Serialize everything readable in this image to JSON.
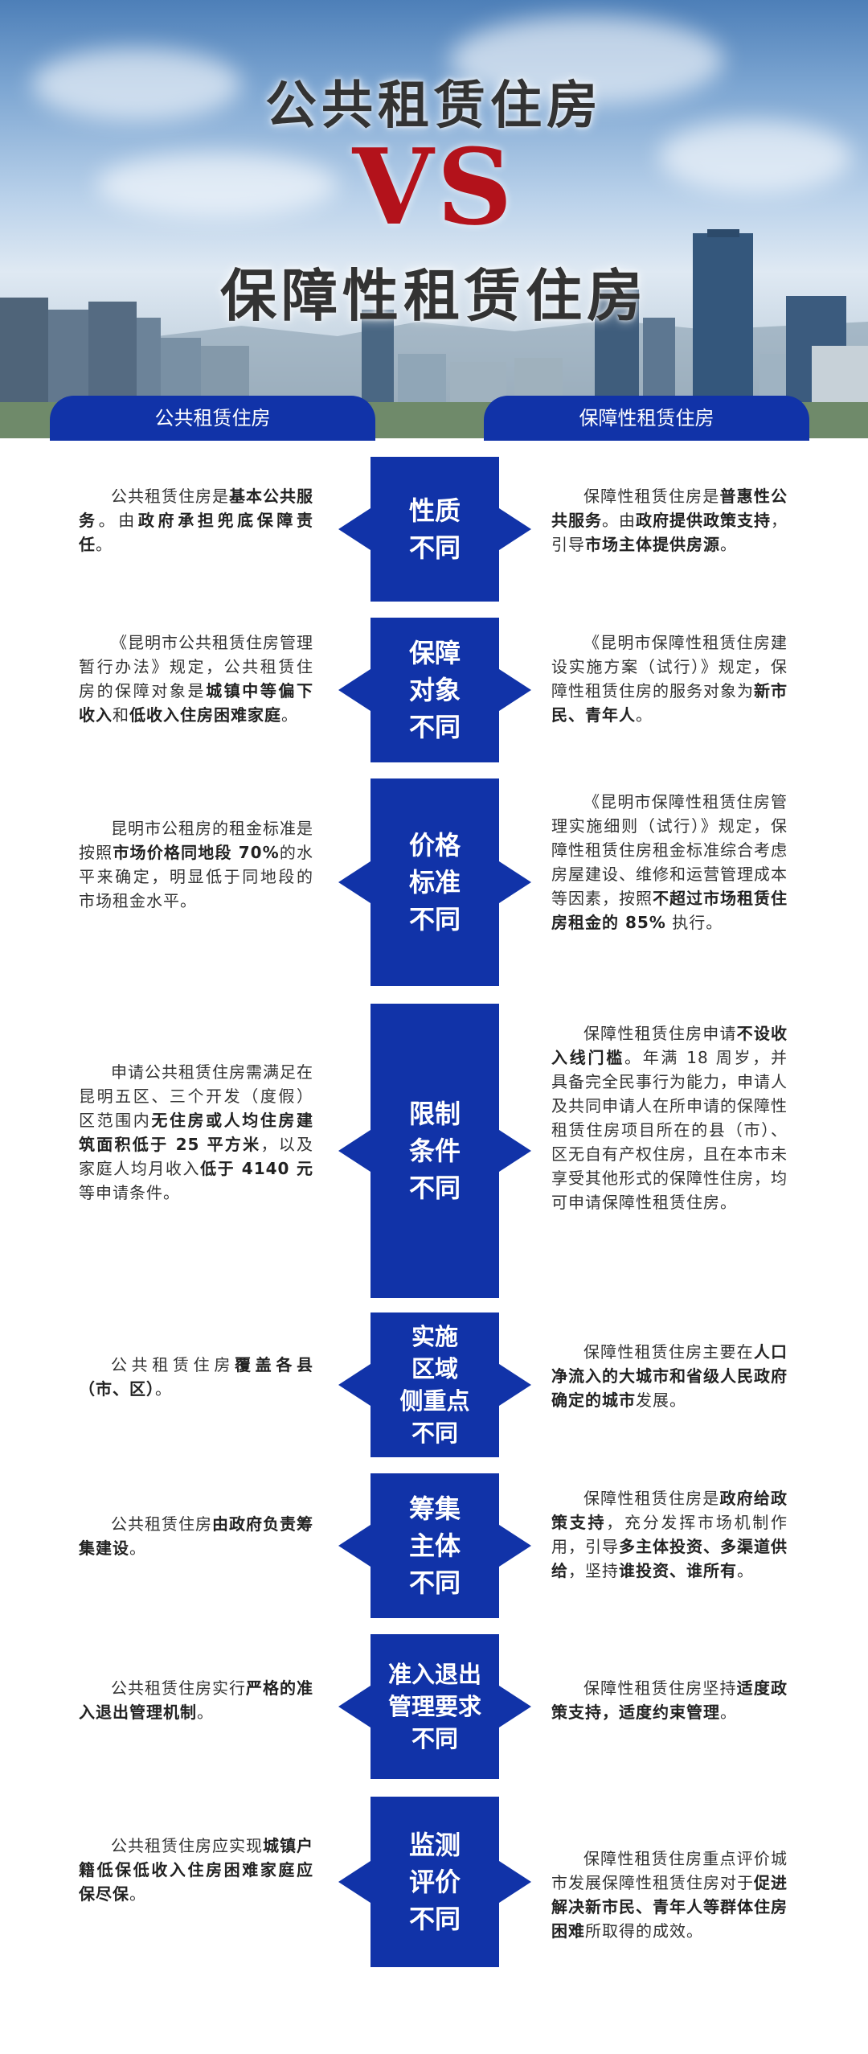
{
  "header": {
    "title_top": "公共租赁住房",
    "vs": "VS",
    "title_bottom": "保障性租赁住房"
  },
  "tabs": {
    "left": "公共租赁住房",
    "right": "保障性租赁住房"
  },
  "colors": {
    "primary_blue": "#1133a8",
    "vs_red": "#b3121b"
  },
  "rows": [
    {
      "center": [
        "性质",
        "不同"
      ],
      "left": [
        {
          "t": "公共租赁住房是"
        },
        {
          "t": "基本公共服务",
          "b": true
        },
        {
          "t": "。由"
        },
        {
          "t": "政府承担兜底保障责任",
          "b": true
        },
        {
          "t": "。"
        }
      ],
      "right": [
        {
          "t": "保障性租赁住房是"
        },
        {
          "t": "普惠性公共服务",
          "b": true
        },
        {
          "t": "。由"
        },
        {
          "t": "政府提供政策支持",
          "b": true
        },
        {
          "t": "，引导"
        },
        {
          "t": "市场主体提供房源",
          "b": true
        },
        {
          "t": "。"
        }
      ]
    },
    {
      "center": [
        "保障",
        "对象",
        "不同"
      ],
      "left": [
        {
          "t": "《昆明市公共租赁住房管理暂行办法》规定，公共租赁住房的保障对象是"
        },
        {
          "t": "城镇中等偏下收入",
          "b": true
        },
        {
          "t": "和"
        },
        {
          "t": "低收入住房困难家庭",
          "b": true
        },
        {
          "t": "。"
        }
      ],
      "right": [
        {
          "t": "《昆明市保障性租赁住房建设实施方案（试行）》规定，保障性租赁住房的服务对象为"
        },
        {
          "t": "新市民、青年人",
          "b": true
        },
        {
          "t": "。"
        }
      ]
    },
    {
      "center": [
        "价格",
        "标准",
        "不同"
      ],
      "left": [
        {
          "t": "昆明市公租房的租金标准是按照"
        },
        {
          "t": "市场价格同地段 70%",
          "b": true
        },
        {
          "t": "的水平来确定，明显低于同地段的市场租金水平。"
        }
      ],
      "right": [
        {
          "t": "《昆明市保障性租赁住房管理实施细则（试行）》规定，保障性租赁住房租金标准综合考虑房屋建设、维修和运营管理成本等因素，按照"
        },
        {
          "t": "不超过市场租赁住房租金的 85%",
          "b": true
        },
        {
          "t": " 执行。"
        }
      ]
    },
    {
      "center": [
        "限制",
        "条件",
        "不同"
      ],
      "left": [
        {
          "t": "申请公共租赁住房需满足在昆明五区、三个开发（度假）区范围内"
        },
        {
          "t": "无住房或人均住房建筑面积低于 25 平方米",
          "b": true
        },
        {
          "t": "，以及家庭人均月收入"
        },
        {
          "t": "低于 4140 元",
          "b": true
        },
        {
          "t": "等申请条件。"
        }
      ],
      "right": [
        {
          "t": "保障性租赁住房申请"
        },
        {
          "t": "不设收入线门槛",
          "b": true
        },
        {
          "t": "。年满 18 周岁，并具备完全民事行为能力，申请人及共同申请人在所申请的保障性租赁住房项目所在的县（市）、区无自有产权住房，且在本市未享受其他形式的保障性住房，均可申请保障性租赁住房。"
        }
      ]
    },
    {
      "center": [
        "实施",
        "区域",
        "侧重点",
        "不同"
      ],
      "left": [
        {
          "t": "公共租赁住房"
        },
        {
          "t": "覆盖各县（市、区）",
          "b": true
        },
        {
          "t": "。"
        }
      ],
      "right": [
        {
          "t": "保障性租赁住房主要在"
        },
        {
          "t": "人口净流入的大城市和省级人民政府确定的城市",
          "b": true
        },
        {
          "t": "发展。"
        }
      ]
    },
    {
      "center": [
        "筹集",
        "主体",
        "不同"
      ],
      "left": [
        {
          "t": "公共租赁住房"
        },
        {
          "t": "由政府负责筹集建设",
          "b": true
        },
        {
          "t": "。"
        }
      ],
      "right": [
        {
          "t": "保障性租赁住房是"
        },
        {
          "t": "政府给政策支持",
          "b": true
        },
        {
          "t": "，充分发挥市场机制作用，引导"
        },
        {
          "t": "多主体投资、多渠道供给",
          "b": true
        },
        {
          "t": "，坚持"
        },
        {
          "t": "谁投资、谁所有",
          "b": true
        },
        {
          "t": "。"
        }
      ]
    },
    {
      "center": [
        "准入退出",
        "管理要求",
        "不同"
      ],
      "left": [
        {
          "t": "公共租赁住房实行"
        },
        {
          "t": "严格的准入退出管理机制",
          "b": true
        },
        {
          "t": "。"
        }
      ],
      "right": [
        {
          "t": "保障性租赁住房坚持"
        },
        {
          "t": "适度政策支持，适度约束管理",
          "b": true
        },
        {
          "t": "。"
        }
      ]
    },
    {
      "center": [
        "监测",
        "评价",
        "不同"
      ],
      "left": [
        {
          "t": "公共租赁住房应实现"
        },
        {
          "t": "城镇户籍低保低收入住房困难家庭应保尽保",
          "b": true
        },
        {
          "t": "。"
        }
      ],
      "right": [
        {
          "t": "保障性租赁住房重点评价城市发展保障性租赁住房对于"
        },
        {
          "t": "促进解决新市民、青年人等群体住房困难",
          "b": true
        },
        {
          "t": "所取得的成效。"
        }
      ]
    }
  ]
}
